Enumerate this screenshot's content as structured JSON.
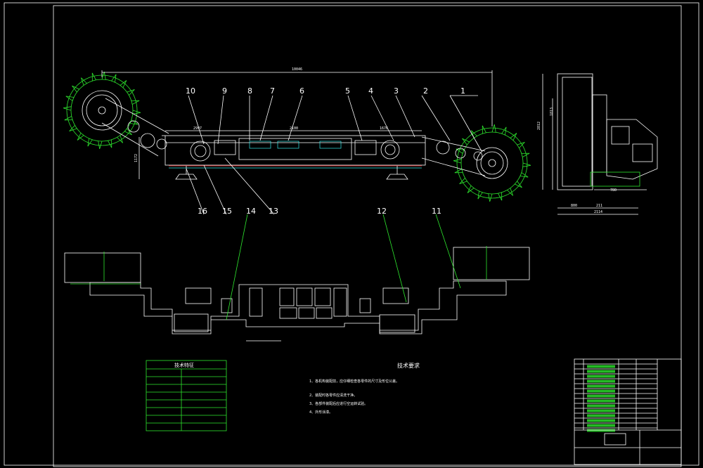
{
  "drawing": {
    "part_labels": [
      "1",
      "2",
      "3",
      "4",
      "5",
      "6",
      "7",
      "8",
      "9",
      "10",
      "11",
      "12",
      "13",
      "14",
      "15",
      "16"
    ],
    "dimensions": {
      "overall_length": "10046",
      "mid_a": "2997",
      "mid_b": "2100",
      "mid_c": "1676",
      "height_left": "1172",
      "side_height_a": "2812",
      "side_height_b": "1813",
      "side_width_a": "800",
      "side_width_b": "780",
      "side_width_c": "211",
      "side_total": "2114"
    },
    "tech_specs_title": "技术特征",
    "tech_requirements_title": "技术要求",
    "tech_requirements": [
      "1、各机构装配前，应仔细检查各零件的尺寸及形位公差。",
      "2、装配时各零件应清洗干净。",
      "3、各部件装配后应进行空运转试验。",
      "4、外形涂漆。"
    ]
  }
}
